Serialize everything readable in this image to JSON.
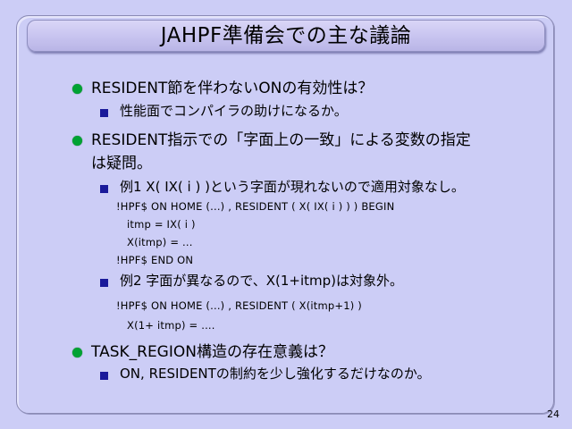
{
  "title": "JAHPF準備会での主な議論",
  "items": [
    {
      "text": "RESIDENT節を伴わないONの有効性は？",
      "subs": [
        "性能面でコンパイラの助けになるか。"
      ]
    },
    {
      "text_line1": "RESIDENT指示での「字面上の一致」による変数の指定",
      "text_line2": "は疑問。",
      "example1": {
        "label": "例1  X( IX( i ) )という字面が現れないので適用対象なし。",
        "code": [
          "!HPF$  ON  HOME  (...) , RESIDENT ( X( IX( i ) ) )  BEGIN",
          "itmp = IX( i )",
          "X(itmp) = ...",
          "!HPF$   END ON"
        ]
      },
      "example2": {
        "label": "例2  字面が異なるので、X(1+itmp)は対象外。",
        "code": [
          "!HPF$  ON  HOME  (...) , RESIDENT ( X(itmp+1) )",
          "X(1+ itmp) = ...."
        ]
      }
    },
    {
      "text": "TASK_REGION構造の存在意義は？",
      "subs": [
        "ON, RESIDENTの制約を少し強化するだけなのか。"
      ]
    }
  ],
  "page_number": "24",
  "colors": {
    "background": "#cccdf6",
    "bullet": "#00a233",
    "sub_bullet": "#1a1a9a"
  }
}
